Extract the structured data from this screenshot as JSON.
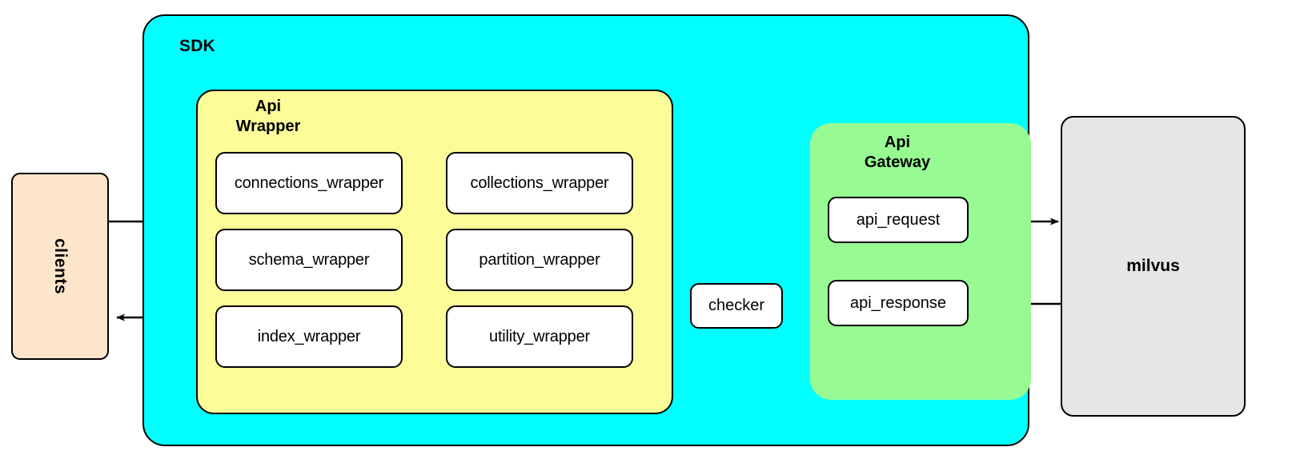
{
  "diagram": {
    "title": "SDK / Api Wrapper / Api Gateway / milvus architecture",
    "colors": {
      "sdk_fill": "#00ffff",
      "api_wrapper_fill": "#fcfc99",
      "api_gateway_fill": "#97fa93",
      "clients_fill": "#fde5cb",
      "milvus_fill": "#e6e6e6",
      "node_fill": "#ffffff",
      "stroke": "#000000",
      "background": "#ffffff"
    }
  },
  "clients": {
    "label": "clients"
  },
  "sdk": {
    "label": "SDK",
    "api_wrapper": {
      "label_line1": "Api",
      "label_line2": "Wrapper",
      "cells": [
        {
          "label": "connections_wrapper"
        },
        {
          "label": "collections_wrapper"
        },
        {
          "label": "schema_wrapper"
        },
        {
          "label": "partition_wrapper"
        },
        {
          "label": "index_wrapper"
        },
        {
          "label": "utility_wrapper"
        }
      ]
    },
    "checker": {
      "label": "checker"
    },
    "api_gateway": {
      "label_line1": "Api",
      "label_line2": "Gateway",
      "cells": [
        {
          "label": "api_request"
        },
        {
          "label": "api_response"
        }
      ]
    }
  },
  "milvus": {
    "label": "milvus"
  },
  "arrows": [
    {
      "name": "clients-to-api-wrapper",
      "direction": "right"
    },
    {
      "name": "api-wrapper-to-clients",
      "direction": "left"
    },
    {
      "name": "api-wrapper-to-api-request",
      "direction": "right"
    },
    {
      "name": "api-request-to-milvus",
      "direction": "right"
    },
    {
      "name": "milvus-to-api-response",
      "direction": "left"
    },
    {
      "name": "api-response-to-checker",
      "direction": "left"
    },
    {
      "name": "checker-to-api-wrapper",
      "direction": "left"
    }
  ]
}
